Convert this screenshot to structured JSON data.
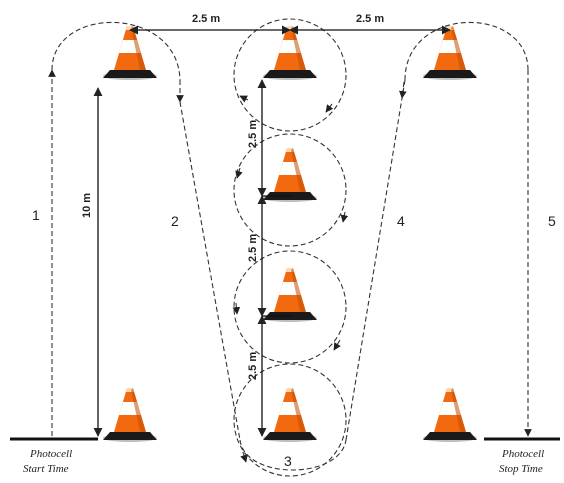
{
  "path_labels": [
    "1",
    "2",
    "3",
    "4",
    "5"
  ],
  "distances": {
    "top_left": "2.5 m",
    "top_right": "2.5 m",
    "vertical": "10 m",
    "slalom_1": "2.5 m",
    "slalom_2": "2.5 m",
    "slalom_3": "2.5 m"
  },
  "photocell_start": {
    "line1": "Photocell",
    "line2": "Start Time"
  },
  "photocell_stop": {
    "line1": "Photocell",
    "line2": "Stop Time"
  },
  "cone_icon": "traffic-cone-icon",
  "colors": {
    "cone_orange": "#f26a10",
    "cone_white": "#ffffff",
    "cone_base": "#1a1a1a",
    "line": "#222222"
  }
}
